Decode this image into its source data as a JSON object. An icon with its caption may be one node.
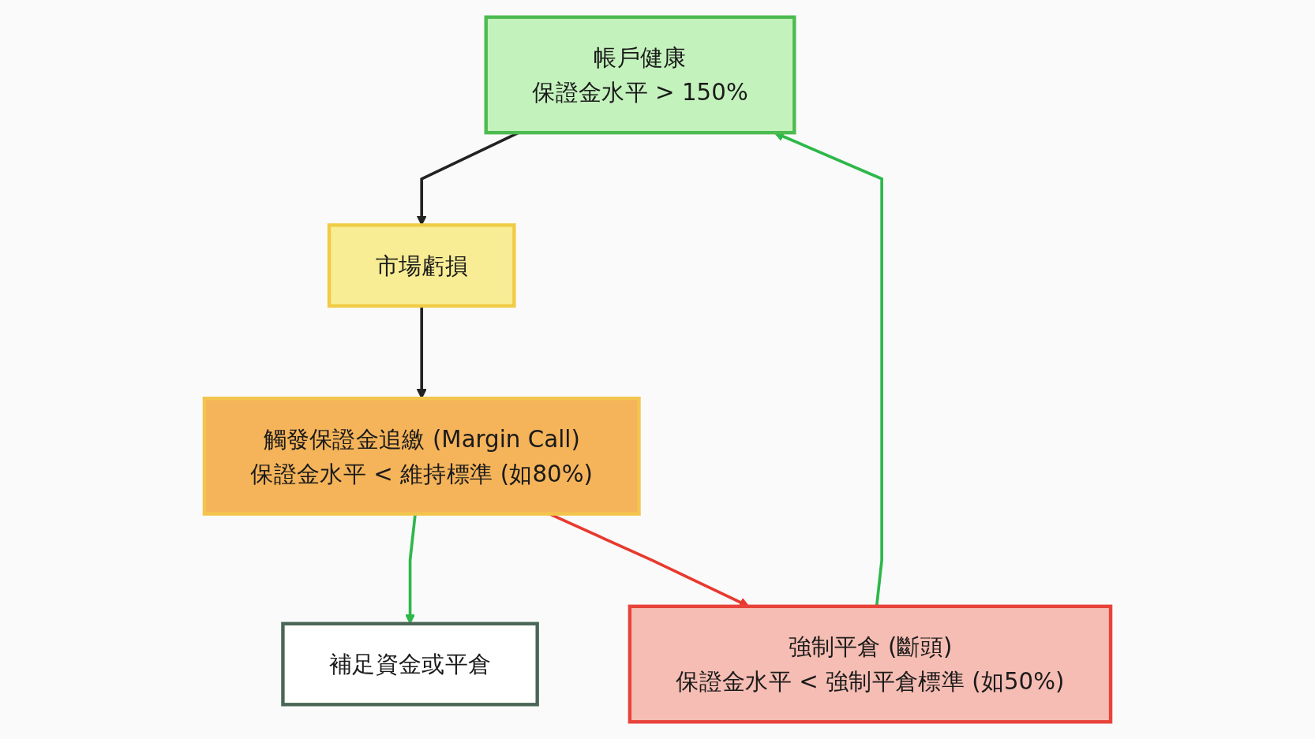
{
  "diagram": {
    "nodes": [
      {
        "text": [
          "帳戶健康",
          "保證金水平 > 150%"
        ]
      },
      {
        "text": [
          "市場虧損"
        ]
      },
      {
        "text": [
          "觸發保證金追繳 (Margin Call)",
          "保證金水平 < 維持標準 (如80%)"
        ]
      },
      {
        "text": [
          "補足資金或平倉"
        ]
      },
      {
        "text": [
          "強制平倉 (斷頭)",
          "保證金水平 < 強制平倉標準 (如50%)"
        ]
      }
    ],
    "edges": [
      {
        "from": 0,
        "to": 1,
        "arrow": "to"
      },
      {
        "from": 1,
        "to": 2,
        "arrow": "to"
      },
      {
        "from": 2,
        "to": 3,
        "arrow": "to",
        "color": "#2db84a"
      },
      {
        "from": 2,
        "to": 4,
        "arrow": "to",
        "color": "#e8392e"
      },
      {
        "from": 4,
        "to": 0,
        "arrow": "to",
        "color": "#2db84a"
      }
    ]
  }
}
